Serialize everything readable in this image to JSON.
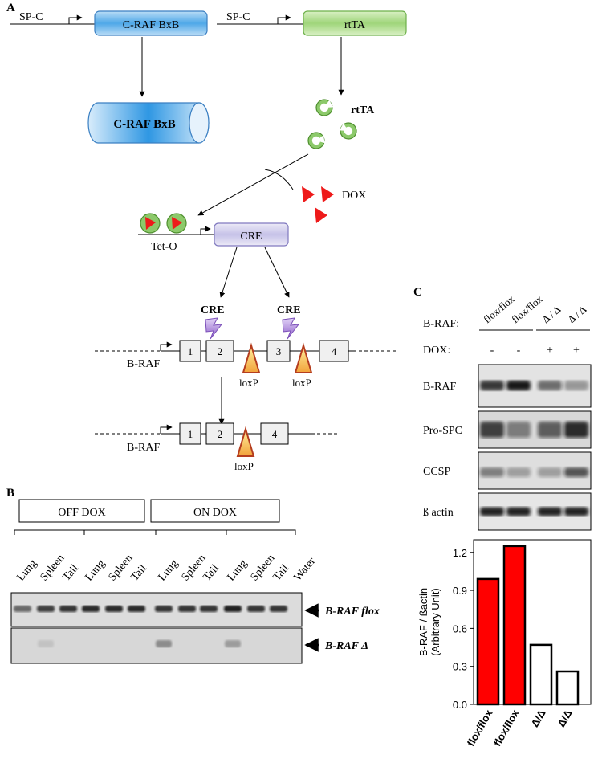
{
  "panel_a": {
    "letter": "A",
    "construct_left": {
      "promoter": "SP-C",
      "gene": "C-RAF BxB"
    },
    "construct_right": {
      "promoter": "SP-C",
      "gene": "rtTA"
    },
    "protein_label": "C-RAF BxB",
    "rtta_label": "rtTA",
    "dox_label": "DOX",
    "teto_label": "Tet-O",
    "cre_box": "CRE",
    "cre_labels": [
      "CRE",
      "CRE"
    ],
    "braf_label": "B-RAF",
    "exons_flox": [
      "1",
      "2",
      "3",
      "4"
    ],
    "loxp_label": "loxP",
    "exons_deleted": [
      "1",
      "2",
      "4"
    ]
  },
  "panel_b": {
    "letter": "B",
    "group_labels": [
      "OFF DOX",
      "ON DOX"
    ],
    "lanes": [
      "Lung",
      "Spleen",
      "Tail",
      "Lung",
      "Spleen",
      "Tail",
      "Lung",
      "Spleen",
      "Tail",
      "Lung",
      "Spleen",
      "Tail",
      "Water"
    ],
    "band_labels": [
      "B-RAF flox",
      "B-RAF Δ"
    ]
  },
  "panel_c": {
    "letter": "C",
    "genotype_row_label": "B-RAF:",
    "genotypes": [
      "flox/flox",
      "flox/flox",
      "Δ / Δ",
      "Δ / Δ"
    ],
    "dox_row_label": "DOX:",
    "dox_values": [
      "-",
      "-",
      "+",
      "+"
    ],
    "blot_labels": [
      "B-RAF",
      "Pro-SPC",
      "CCSP",
      "ß actin"
    ]
  },
  "chart_data": {
    "type": "bar",
    "categories": [
      "flox/flox",
      "flox/flox",
      "Δ/Δ",
      "Δ/Δ"
    ],
    "values": [
      0.99,
      1.25,
      0.47,
      0.26
    ],
    "bar_fills": [
      "#ff0000",
      "#ff0000",
      "#ffffff",
      "#ffffff"
    ],
    "ylabel_lines": [
      "B-RAF / ßactin",
      "(Arbitrary Unit)"
    ],
    "yticks": [
      "0.0",
      "0.3",
      "0.6",
      "0.9",
      "1.2"
    ],
    "ylim": [
      0,
      1.3
    ]
  }
}
